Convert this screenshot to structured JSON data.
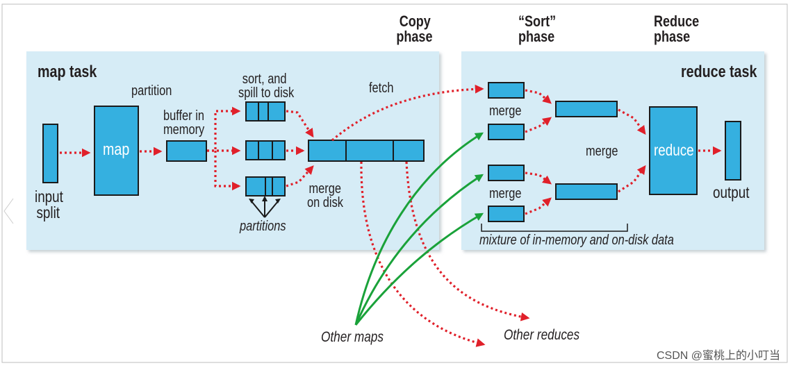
{
  "phases": {
    "copy": [
      "Copy",
      "phase"
    ],
    "sort": [
      "“Sort”",
      "phase"
    ],
    "reduce": [
      "Reduce",
      "phase"
    ]
  },
  "map_task": {
    "title": "map task",
    "input_split": [
      "input",
      "split"
    ],
    "map_label": "map",
    "partition": "partition",
    "buffer": [
      "buffer in",
      "memory"
    ],
    "sort_spill": [
      "sort, and",
      "spill to disk"
    ],
    "partitions": "partitions",
    "merge_on_disk": [
      "merge",
      "on disk"
    ]
  },
  "fetch": "fetch",
  "reduce_task": {
    "title": "reduce task",
    "merge_top": "merge",
    "merge_bottom": "merge",
    "merge_middle": "merge",
    "reduce_label": "reduce",
    "output": "output",
    "mixture": "mixture of in-memory and on-disk data"
  },
  "other_maps": "Other maps",
  "other_reduces": "Other reduces",
  "watermark": "CSDN @蜜桃上的小叮当",
  "colors": {
    "box_fill": "#35b0e0",
    "panel_fill": "#d6ecf6",
    "red_arrow": "#e0202a",
    "green_arrow": "#1aa23a"
  }
}
